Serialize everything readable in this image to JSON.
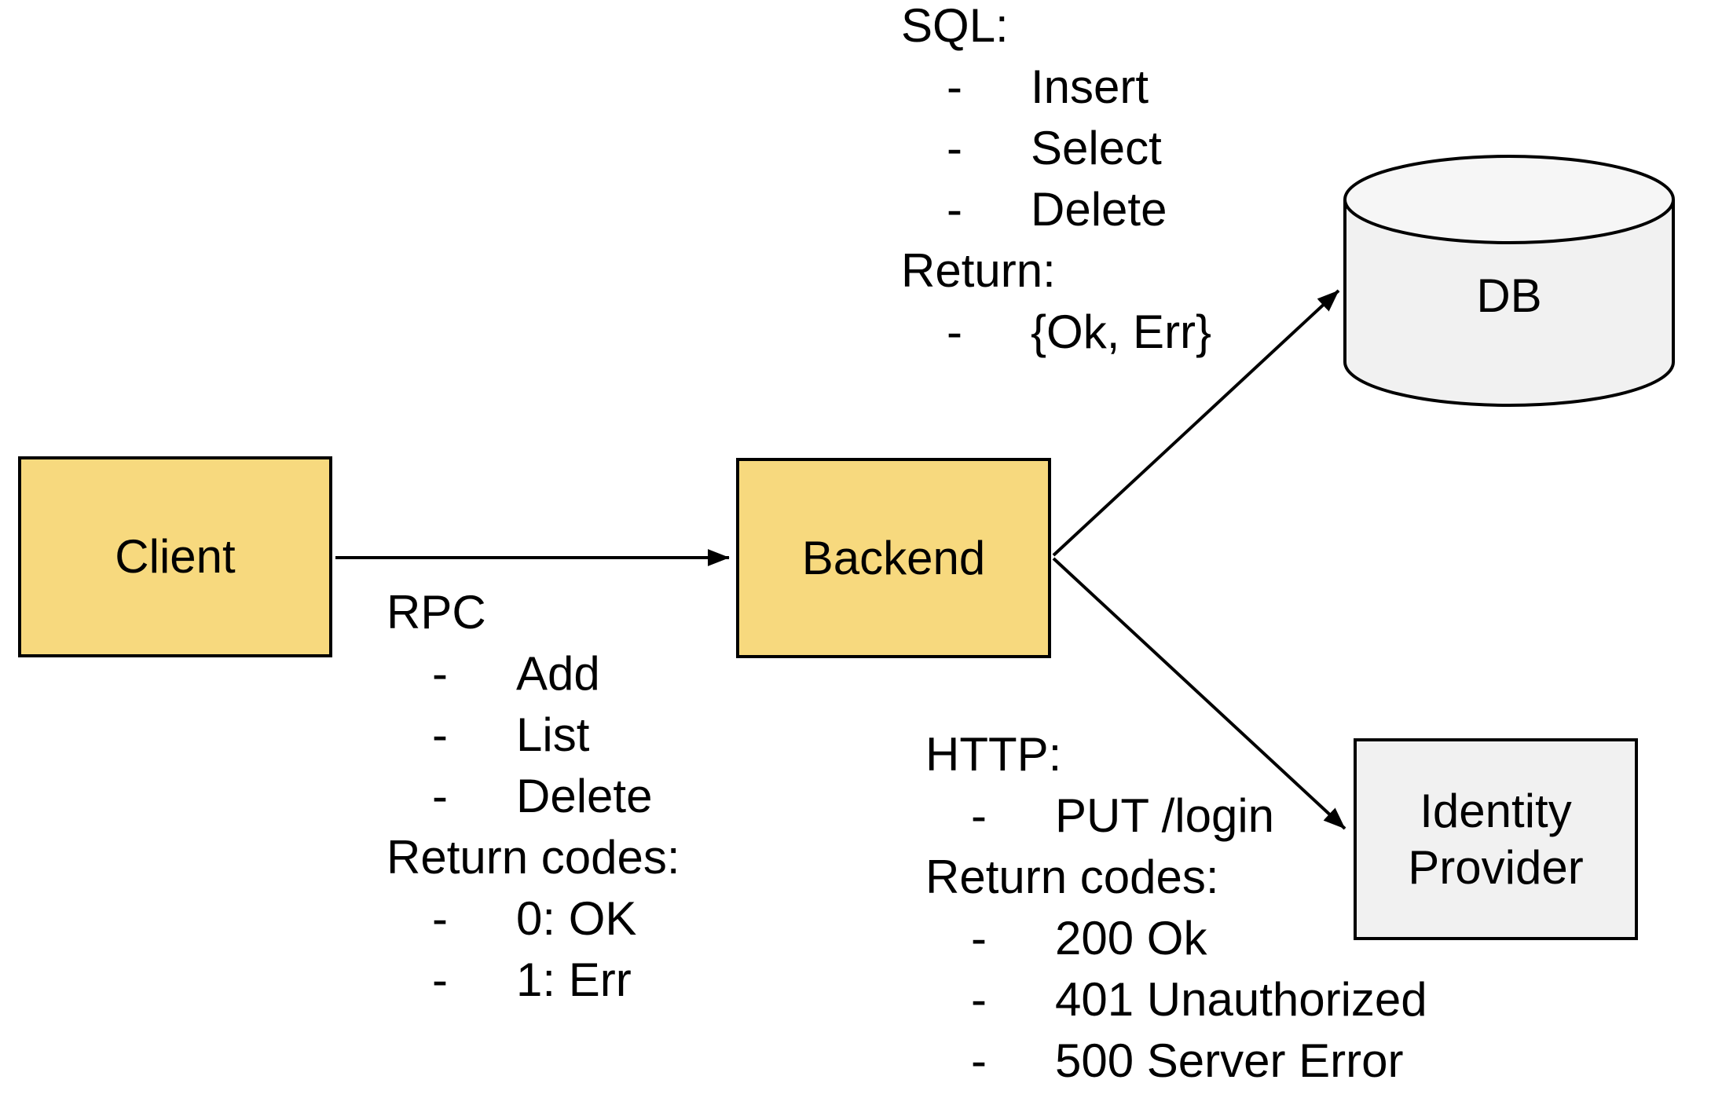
{
  "ui": {
    "dash": "-"
  },
  "colors": {
    "node_yellow": "#F7D97E",
    "node_gray": "#F1F1F1",
    "cylinder_top_gray": "#F6F6F6",
    "stroke": "#000000",
    "text": "#000000",
    "background": "#FFFFFF"
  },
  "nodes": {
    "client": {
      "label": "Client"
    },
    "backend": {
      "label": "Backend"
    },
    "db": {
      "label": "DB"
    },
    "identity_provider": {
      "label": "Identity Provider",
      "line1": "Identity",
      "line2": "Provider"
    }
  },
  "edges": [
    {
      "from": "Client",
      "to": "Backend",
      "label": "RPC"
    },
    {
      "from": "Backend",
      "to": "DB",
      "label": "SQL"
    },
    {
      "from": "Backend",
      "to": "Identity Provider",
      "label": "HTTP"
    }
  ],
  "blocks": {
    "sql": {
      "lines": [
        {
          "t": "SQL:",
          "bullet": false
        },
        {
          "t": "Insert",
          "bullet": true
        },
        {
          "t": "Select",
          "bullet": true
        },
        {
          "t": "Delete",
          "bullet": true
        },
        {
          "t": "Return:",
          "bullet": false
        },
        {
          "t": "{Ok, Err}",
          "bullet": true
        }
      ]
    },
    "rpc": {
      "lines": [
        {
          "t": "RPC",
          "bullet": false
        },
        {
          "t": "Add",
          "bullet": true
        },
        {
          "t": "List",
          "bullet": true
        },
        {
          "t": "Delete",
          "bullet": true
        },
        {
          "t": "Return codes:",
          "bullet": false
        },
        {
          "t": "0: OK",
          "bullet": true
        },
        {
          "t": "1: Err",
          "bullet": true
        }
      ]
    },
    "http": {
      "lines": [
        {
          "t": "HTTP:",
          "bullet": false
        },
        {
          "t": "PUT /login",
          "bullet": true
        },
        {
          "t": "Return codes:",
          "bullet": false
        },
        {
          "t": "200 Ok",
          "bullet": true
        },
        {
          "t": "401 Unauthorized",
          "bullet": true
        },
        {
          "t": "500 Server Error",
          "bullet": true
        }
      ]
    }
  }
}
